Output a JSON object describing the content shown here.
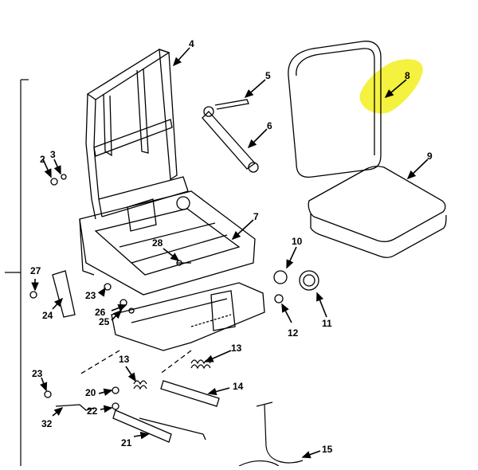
{
  "diagram": {
    "highlight_color": "#f2ee1d",
    "callouts": {
      "c1": "2",
      "c2": "3",
      "c3": "4",
      "c4": "5",
      "c5": "6",
      "c6": "7",
      "c7": "8",
      "c8": "9",
      "c9": "10",
      "c10": "11",
      "c11": "12",
      "c12": "13",
      "c13": "13",
      "c14": "14",
      "c15": "15",
      "c16": "20",
      "c17": "21",
      "c18": "22",
      "c19": "23",
      "c20": "23",
      "c21": "24",
      "c22": "25",
      "c23": "26",
      "c24": "27",
      "c25": "28",
      "c26": "32"
    }
  }
}
